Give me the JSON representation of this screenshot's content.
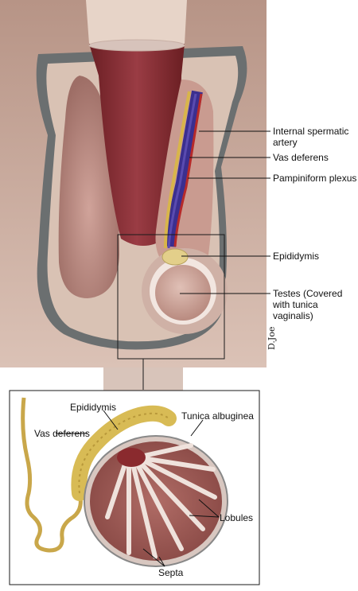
{
  "top_labels": {
    "internal_spermatic_artery": "Internal spermatic artery",
    "vas_deferens": "Vas deferens",
    "pampiniform_plexus": "Pampiniform plexus",
    "epididymis": "Epididymis",
    "testes": "Testes (Covered with tunica vaginalis)"
  },
  "inset_labels": {
    "epididymis": "Epididymis",
    "tunica_albuginea": "Tunica albuginea",
    "vas_deferens": "Vas deferens",
    "lobules": "Lobules",
    "septa": "Septa"
  },
  "colors": {
    "skin_bg": "#c6a698",
    "scrotal_wall": "#d9c2b4",
    "muscle": "#8a3a3c",
    "vein_blue": "#3b2f8f",
    "artery_red": "#b62a2a",
    "vas_yellow": "#d8b54a",
    "lobule_red": "#7a1f24"
  }
}
